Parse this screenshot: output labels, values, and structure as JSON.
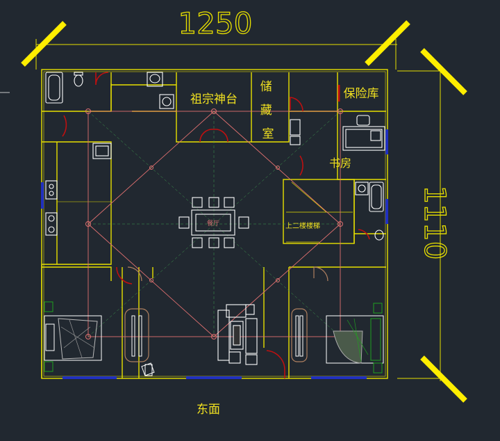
{
  "dimensions": {
    "width_label": "1250",
    "height_label": "1110"
  },
  "rooms": {
    "ancestral_shrine": "祖宗神台",
    "storage_room": "储藏室",
    "safe_room": "保险库",
    "study": "书房",
    "stairs": "上二楼楼梯",
    "dining": "餐厅"
  },
  "direction_label": "东面",
  "colors": {
    "background": "#212830",
    "wall": "#e8e000",
    "dimension": "#e8e000",
    "marker": "#ffee00",
    "room_label": "#f0e020",
    "grid_line": "#e07070",
    "furniture": "#ffffff",
    "window": "#2030c0",
    "door": "#c01010",
    "accent_brown": "#b08060",
    "plant": "#20a020"
  }
}
